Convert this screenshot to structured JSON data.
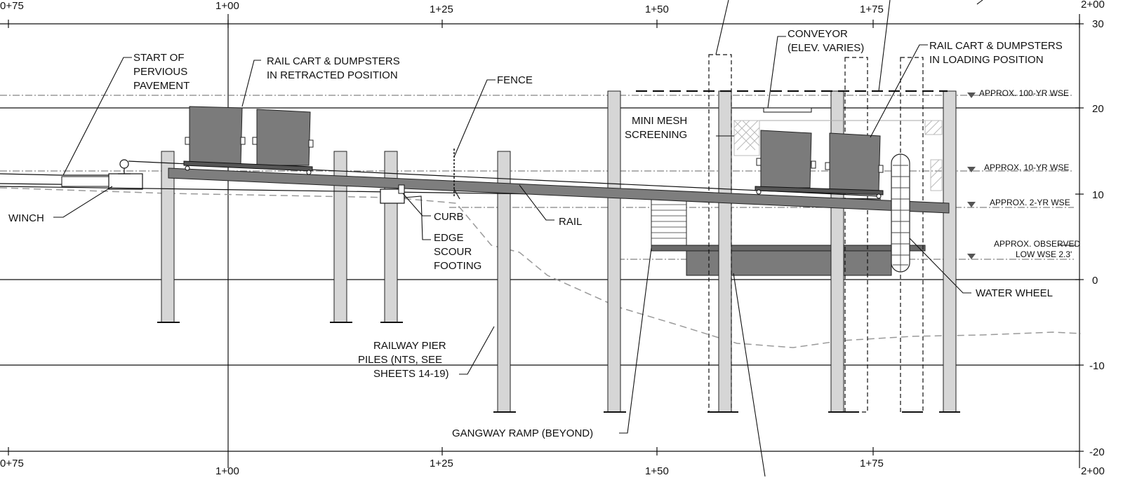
{
  "axis": {
    "stations_top": [
      "0+75",
      "1+00",
      "1+25",
      "1+50",
      "1+75",
      "2+00"
    ],
    "stations_bottom": [
      "0+75",
      "1+00",
      "1+25",
      "1+50",
      "1+75",
      "2+00"
    ],
    "elevations": [
      "30",
      "20",
      "10",
      "0",
      "-10",
      "-20"
    ]
  },
  "labels": {
    "start_pavement": [
      "START OF",
      "PERVIOUS",
      "PAVEMENT"
    ],
    "rail_cart_retracted": [
      "RAIL CART & DUMPSTERS",
      "IN RETRACTED POSITION"
    ],
    "fence": "FENCE",
    "conveyor": [
      "CONVEYOR",
      "(ELEV. VARIES)"
    ],
    "rail_cart_loading": [
      "RAIL CART & DUMPSTERS",
      "IN LOADING POSITION"
    ],
    "mini_mesh": [
      "MINI MESH",
      "SCREENING"
    ],
    "winch": "WINCH",
    "curb": "CURB",
    "edge_scour": [
      "EDGE",
      "SCOUR",
      "FOOTING"
    ],
    "rail": "RAIL",
    "water_wheel": "WATER WHEEL",
    "railway_piles": [
      "RAILWAY PIER",
      "PILES (NTS, SEE",
      "SHEETS 14-19)"
    ],
    "gangway": "GANGWAY RAMP (BEYOND)",
    "wse_100": "APPROX. 100-YR WSE",
    "wse_10": "APPROX. 10-YR WSE",
    "wse_2": "APPROX. 2-YR WSE",
    "wse_low": [
      "APPROX. OBSERVED",
      "LOW WSE 2.3'"
    ]
  }
}
